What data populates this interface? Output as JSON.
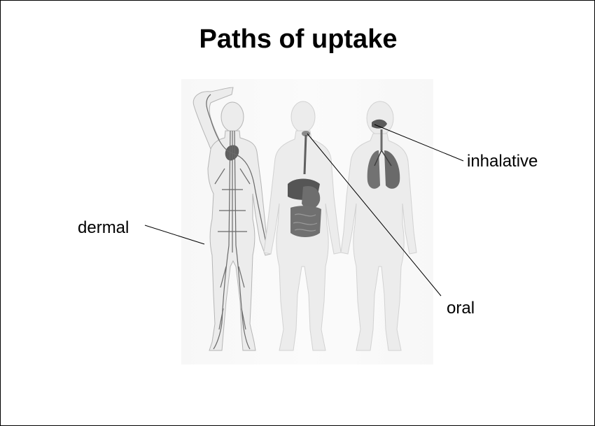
{
  "slide": {
    "title": "Paths of uptake"
  },
  "labels": {
    "dermal": "dermal",
    "inhalative": "inhalative",
    "oral": "oral"
  },
  "colors": {
    "text": "#000000",
    "silhouette": "#ececec",
    "organ": "#5f5f5f",
    "vessel": "#6a6a6a",
    "leader_line": "#000000"
  },
  "figures": [
    "circulatory-system-figure",
    "digestive-system-figure",
    "respiratory-system-figure"
  ]
}
